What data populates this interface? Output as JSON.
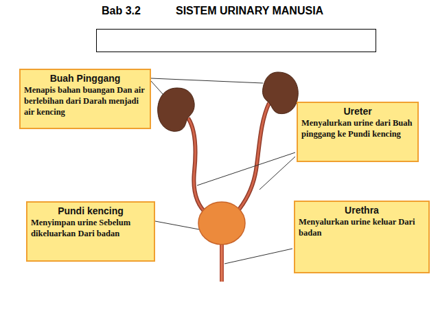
{
  "diagram": {
    "title": "SISTEM URINARY MANUSIA",
    "nodes": [
      {
        "text": [
          "Buah Pinggang",
          "Menapis bahan buangan Dan air berlebihan dari Darah menjadi air kencing"
        ]
      },
      {
        "text": [
          "Ureter",
          "Menyalurkan urine dari Buah pinggang ke Pundi kencing"
        ]
      },
      {
        "text": [
          "Pundi kencing",
          "Menyimpan urine Sebelum dikeluarkan Dari badan"
        ]
      },
      {
        "text": [
          "Urethra",
          "Menyalurkan urine keluar Dari badan"
        ]
      }
    ],
    "edges": [],
    "labels": [
      "Bab 3.2"
    ]
  }
}
